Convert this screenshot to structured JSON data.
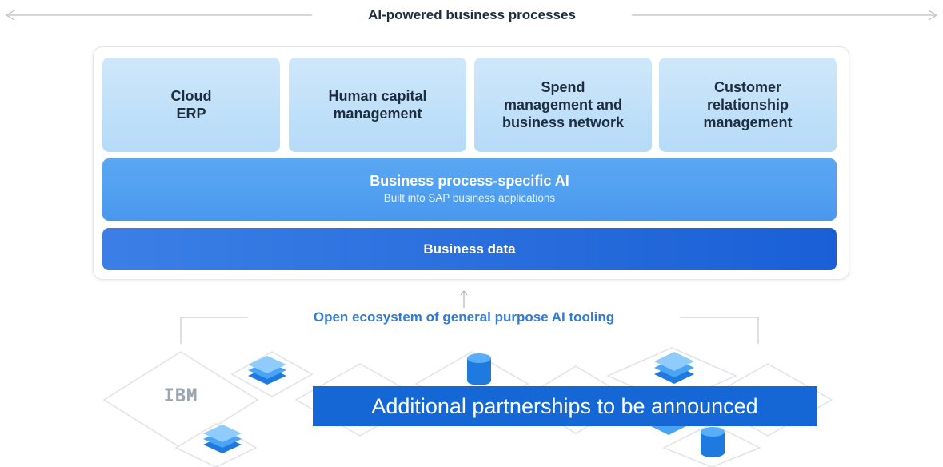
{
  "header": {
    "title": "AI-powered business processes"
  },
  "tiles": [
    {
      "label": "Cloud\nERP"
    },
    {
      "label": "Human capital\nmanagement"
    },
    {
      "label": "Spend\nmanagement and\nbusiness network"
    },
    {
      "label": "Customer\nrelationship\nmanagement"
    }
  ],
  "ai_layer": {
    "title": "Business process-specific AI",
    "subtitle": "Built into SAP business applications"
  },
  "data_layer": {
    "title": "Business data"
  },
  "ecosystem": {
    "title": "Open ecosystem of general purpose AI tooling",
    "partner_logo": "IBM",
    "banner": "Additional partnerships to be announced"
  },
  "colors": {
    "tile": "#c4e1f9",
    "ai_layer": "#4f9ef0",
    "data_layer": "#1f63d8",
    "banner": "#1467d4",
    "ecosystem_title": "#2f7bd8"
  },
  "icons": [
    "double-arrow-icon",
    "up-arrow-icon",
    "layers-icon",
    "database-icon"
  ]
}
